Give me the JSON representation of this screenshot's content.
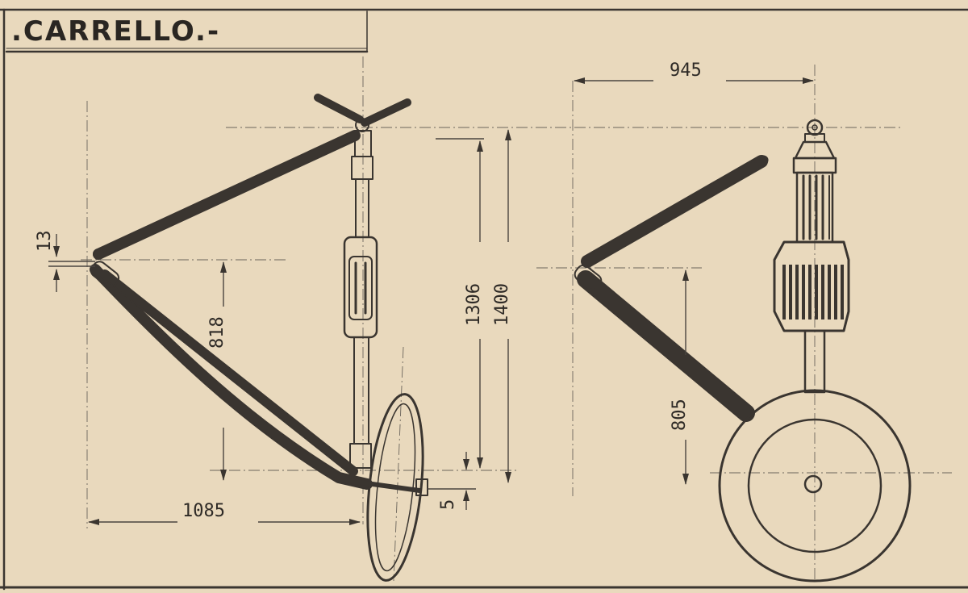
{
  "title": ".CARRELLO.-",
  "dimensions": {
    "side_offset": "13",
    "side_height_818": "818",
    "side_height_1306": "1306",
    "side_height_1400": "1400",
    "side_width": "1085",
    "side_axle_offset": "5",
    "front_width": "945",
    "front_height": "805"
  },
  "colors": {
    "paper": "#e9d9bd",
    "ink": "#3a3530"
  }
}
